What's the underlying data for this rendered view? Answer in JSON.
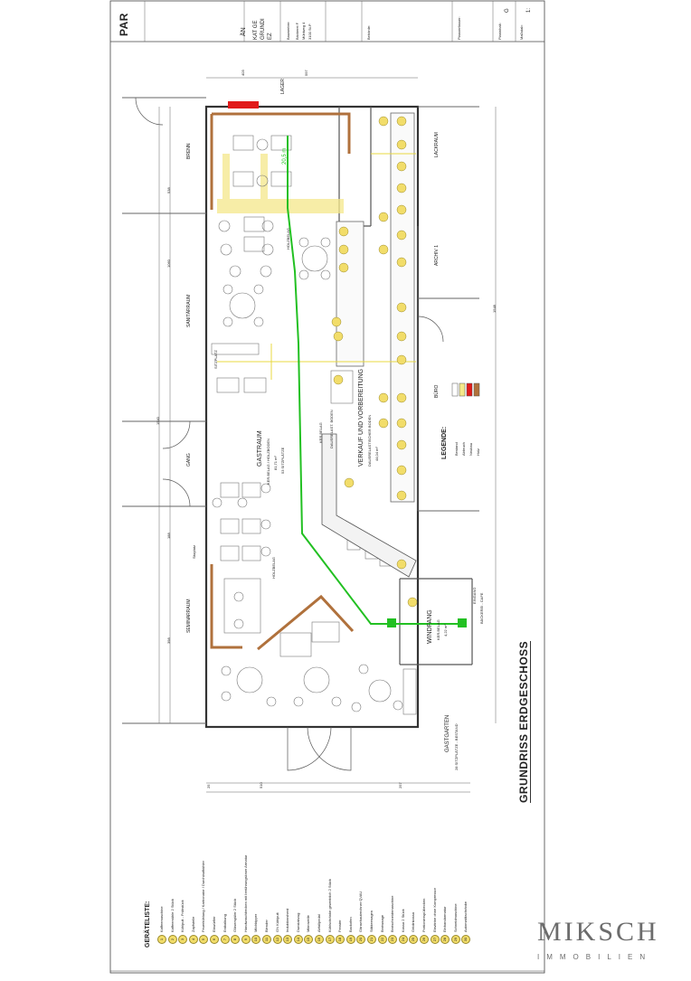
{
  "title_block": {
    "partial_heading": "PAR",
    "change_label": "ÄN",
    "kat_line1": "KAT GE",
    "kat_line2": "GRUNDI",
    "kat_line3": "EZ",
    "bauwerber_label": "Bauwerber:",
    "bauwerber_line1": "Bäckerei F",
    "bauwerber_line2": "Mühlweg 4",
    "bauwerber_line3": "3100 St.P",
    "behoerde_label": "Behörde:",
    "planverfasser_label": "Planverfasser:",
    "planinhalt_label": "Planinhalt:",
    "planinhalt_value": "G",
    "massstab_label": "Maßstab:",
    "massstab_value": "1:"
  },
  "plan_title": "GRUNDRISS ERDGESCHOSS",
  "rooms": {
    "gastraum_name": "GASTRAUM",
    "gastraum_floor": "KER.BELAG / HOLZBODEN",
    "gastraum_area": "81,71 m²",
    "gastraum_seats": "53 SITZPLÄTZE",
    "verkauf_name": "VERKAUF UND VORBEREITUNG",
    "verkauf_floor": "DAUERELASTISCHER BODEN",
    "verkauf_area": "44,04 m²",
    "windfang_name": "WINDFANG",
    "windfang_floor": "KER.BELAG",
    "windfang_area": "4,22 m²",
    "gastgarten_name": "GASTGARTEN",
    "gastgarten_seats": "28 SITZPLÄTZE - BESTAND",
    "eingang_line1": "EINGANG",
    "eingang_line2": "BÄCKEREI - CAFE",
    "lager": "LAGER",
    "brenn": "BRENN",
    "sanitaerraum": "SANITÄRRAUM",
    "gang": "GANG",
    "seminarraum": "SEMINARRAUM",
    "lackraum": "LACKRAUM",
    "archiv": "ARCHIV 1",
    "buero": "BÜRO",
    "holzbelag1": "HOLZBELAG",
    "holzbelag2": "HOLZBELAG",
    "holzbelag3": "KER.BELAG",
    "dauerelast": "DAUERELAST. BODEN",
    "escape_distance": "20,5 m",
    "sitzplatz_note": "Sitzplatz",
    "sitzplatz_note2": "SITZPLATZ"
  },
  "legend": {
    "title": "LEGENDE:",
    "items": [
      {
        "label": "Bestand",
        "color": "#ffffff"
      },
      {
        "label": "Abbruch",
        "color": "#f5e88a"
      },
      {
        "label": "Neubau",
        "color": "#e11b1b"
      },
      {
        "label": "Holz",
        "color": "#b0713c"
      }
    ]
  },
  "dimensions": {
    "top_1": "597",
    "top_2": "403",
    "left_1": "1060",
    "left_2": "538",
    "left_3": "398",
    "left_4": "188",
    "left_5": "1540",
    "right_1": "1548",
    "bottom_1": "510",
    "bottom_2": "257",
    "bottom_3": "25"
  },
  "geraeteliste": {
    "title": "GERÄTELISTE:",
    "items": [
      "Kaffeemaschine",
      "Kaffeemühle 2 Stück",
      "Kühlpult - Frühstück",
      "Zapfstelle",
      "Feuerkühlung / Karbonator / Durchlaufkühler",
      "Eiswürfler",
      "Entkalkung",
      "Gläserspüler 2 Stück",
      "Handwaschbecken mit berührungsloser Armatur",
      "Milchkipper",
      "Blender",
      "GN Kühlpult",
      "Induktionsherd",
      "Dunstabzug",
      "Mikrowelle",
      "Abfallpedal",
      "Kühlschränke gewerblich 2 Stück",
      "Fenster",
      "Backofen",
      "Gänsehautrechner QVAU",
      "Stikkerwagen",
      "Brotwaage",
      "Brotschneidemaschine",
      "Kassa 2 Stück",
      "Geldinkassa",
      "Portionierspülbecken",
      "Eisvitrine ohne Kompressor",
      "Einhandarmatur",
      "Schneidmaschine",
      "Automatikschränke"
    ]
  },
  "logo": {
    "brand": "MIKSCH",
    "sub": "IMMOBILIEN"
  }
}
